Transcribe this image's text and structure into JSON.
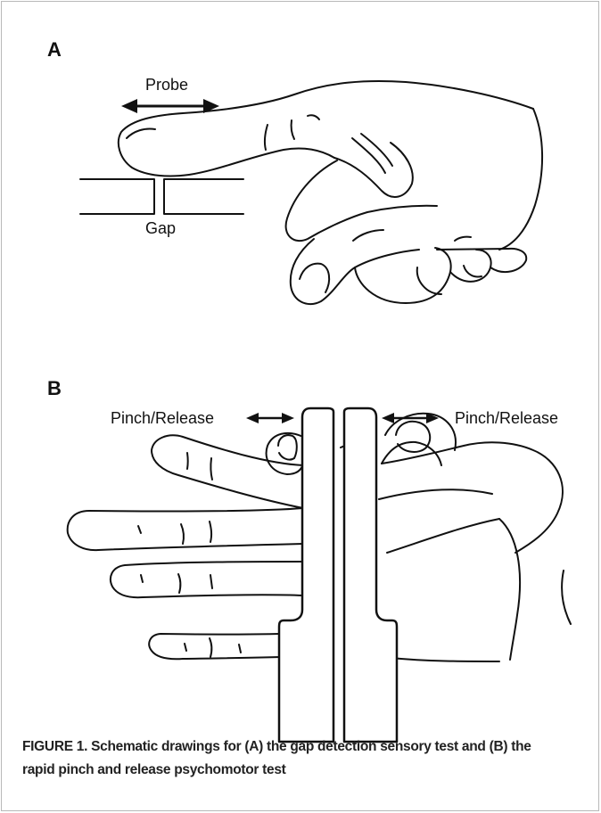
{
  "panels": {
    "a": {
      "letter": "A",
      "probe_label": "Probe",
      "gap_label": "Gap"
    },
    "b": {
      "letter": "B",
      "left_label": "Pinch/Release",
      "right_label": "Pinch/Release"
    }
  },
  "caption": "FIGURE 1. Schematic drawings for (A) the gap detection sensory test and (B) the rapid pinch and release psychomotor test"
}
